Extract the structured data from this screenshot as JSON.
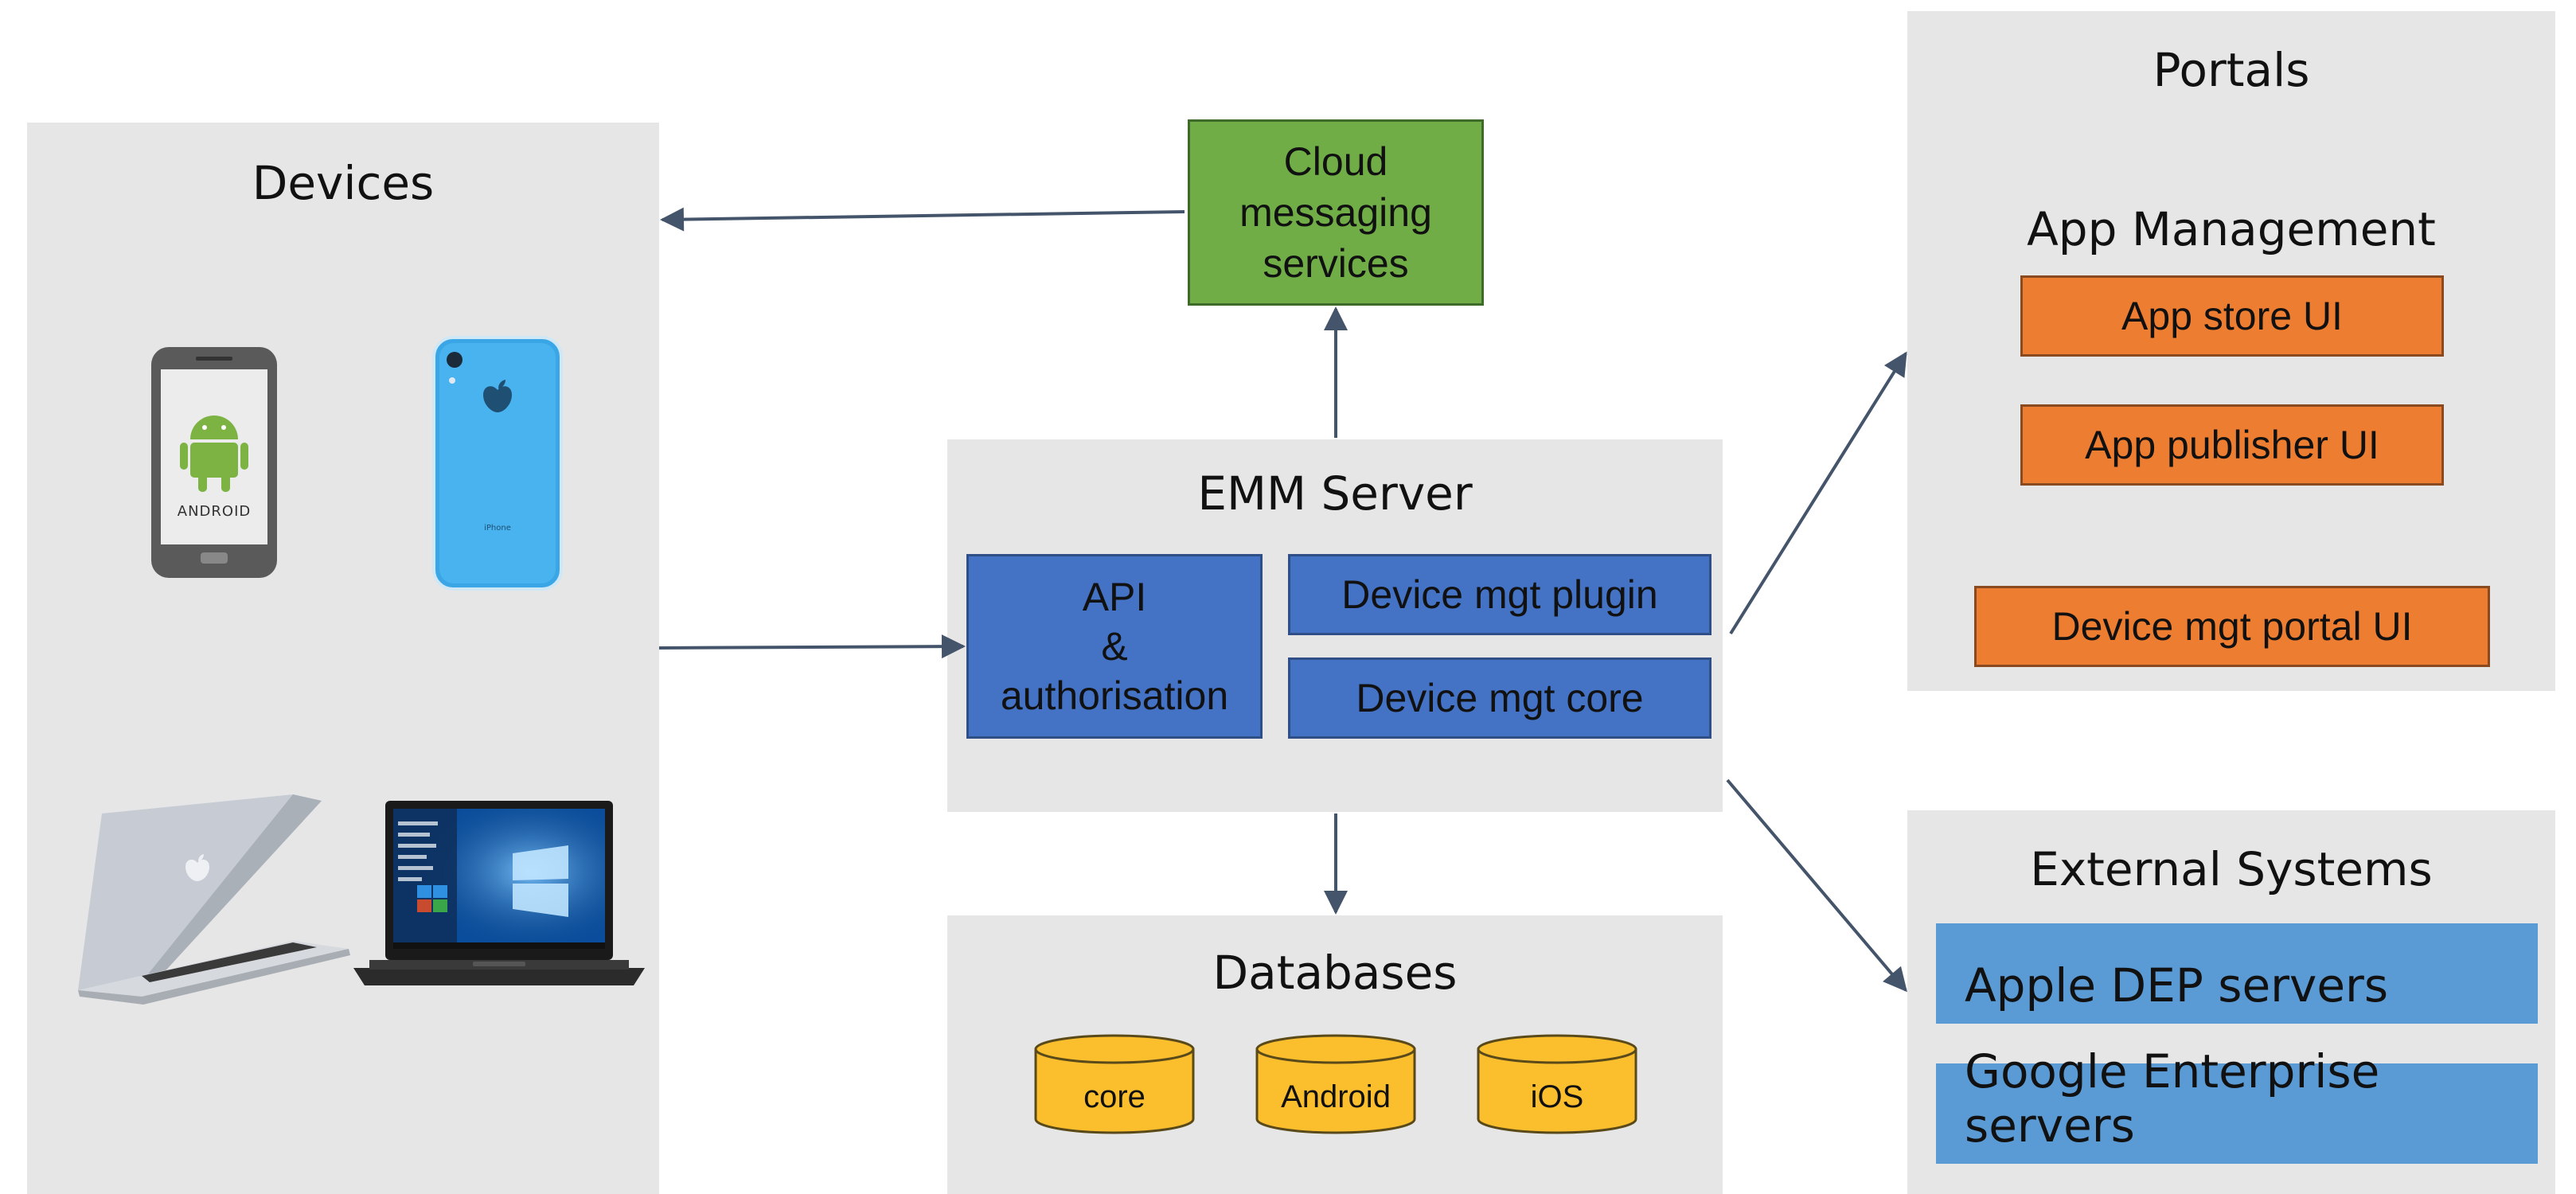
{
  "devices": {
    "title": "Devices"
  },
  "cloud": {
    "line1": "Cloud",
    "line2": "messaging",
    "line3": "services"
  },
  "emm": {
    "title": "EMM Server",
    "api_line1": "API",
    "api_line2": "&",
    "api_line3": "authorisation",
    "plugin": "Device mgt plugin",
    "core": "Device mgt core"
  },
  "databases": {
    "title": "Databases",
    "items": [
      "core",
      "Android",
      "iOS"
    ]
  },
  "portals": {
    "title": "Portals",
    "subtitle": "App Management",
    "app_store": "App store UI",
    "app_publisher": "App publisher UI",
    "device_portal": "Device mgt portal UI"
  },
  "external": {
    "title": "External Systems",
    "apple": "Apple DEP servers",
    "google": "Google Enterprise servers"
  },
  "device_images": {
    "phone_android": "ANDROID",
    "phone_ios": "iPhone"
  },
  "colors": {
    "panel": "#e6e6e6",
    "blue": "#4472c4",
    "orange": "#ed7d31",
    "green": "#70ad47",
    "db": "#fbbf2d",
    "ext": "#5b9bd5",
    "arrow": "#44546a"
  }
}
